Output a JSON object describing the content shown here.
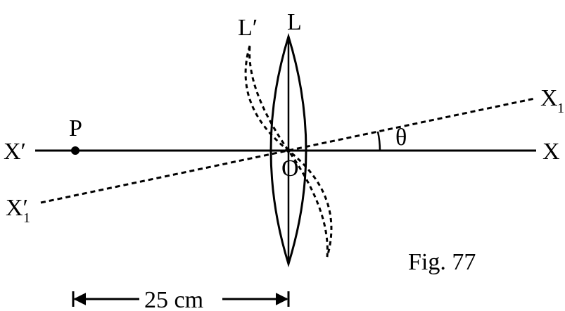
{
  "labels": {
    "lens": "L",
    "tilted_lens": "L′",
    "axis_left": "X′",
    "axis_right": "X",
    "tilted_axis_right": "X",
    "tilted_axis_right_sub": "1",
    "tilted_axis_left": "X′",
    "tilted_axis_left_sub": "1",
    "point": "P",
    "center": "O",
    "angle": "θ",
    "distance": "25 cm",
    "figure": "Fig. 77"
  }
}
